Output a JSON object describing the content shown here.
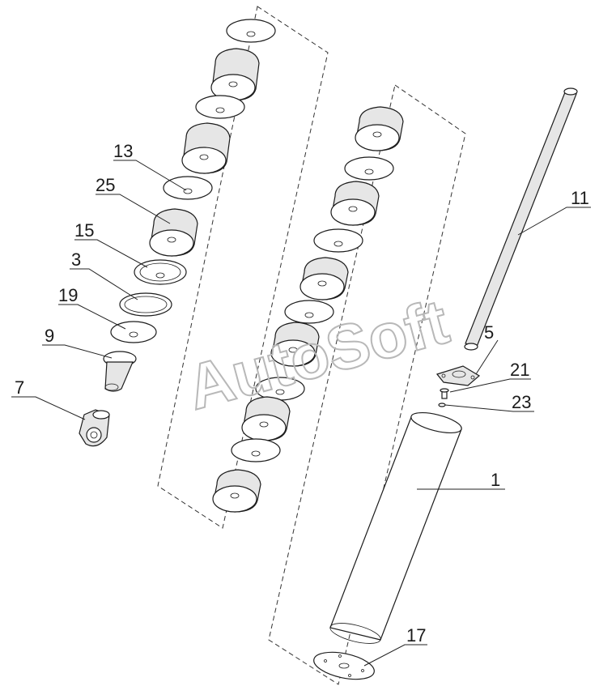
{
  "watermark": "AutoSoft",
  "callouts": [
    {
      "id": "13",
      "label": "13"
    },
    {
      "id": "25",
      "label": "25"
    },
    {
      "id": "15",
      "label": "15"
    },
    {
      "id": "3",
      "label": "3"
    },
    {
      "id": "19",
      "label": "19"
    },
    {
      "id": "9",
      "label": "9"
    },
    {
      "id": "7",
      "label": "7"
    },
    {
      "id": "11",
      "label": "11"
    },
    {
      "id": "5",
      "label": "5"
    },
    {
      "id": "21",
      "label": "21"
    },
    {
      "id": "23",
      "label": "23"
    },
    {
      "id": "1",
      "label": "1"
    },
    {
      "id": "17",
      "label": "17"
    }
  ]
}
